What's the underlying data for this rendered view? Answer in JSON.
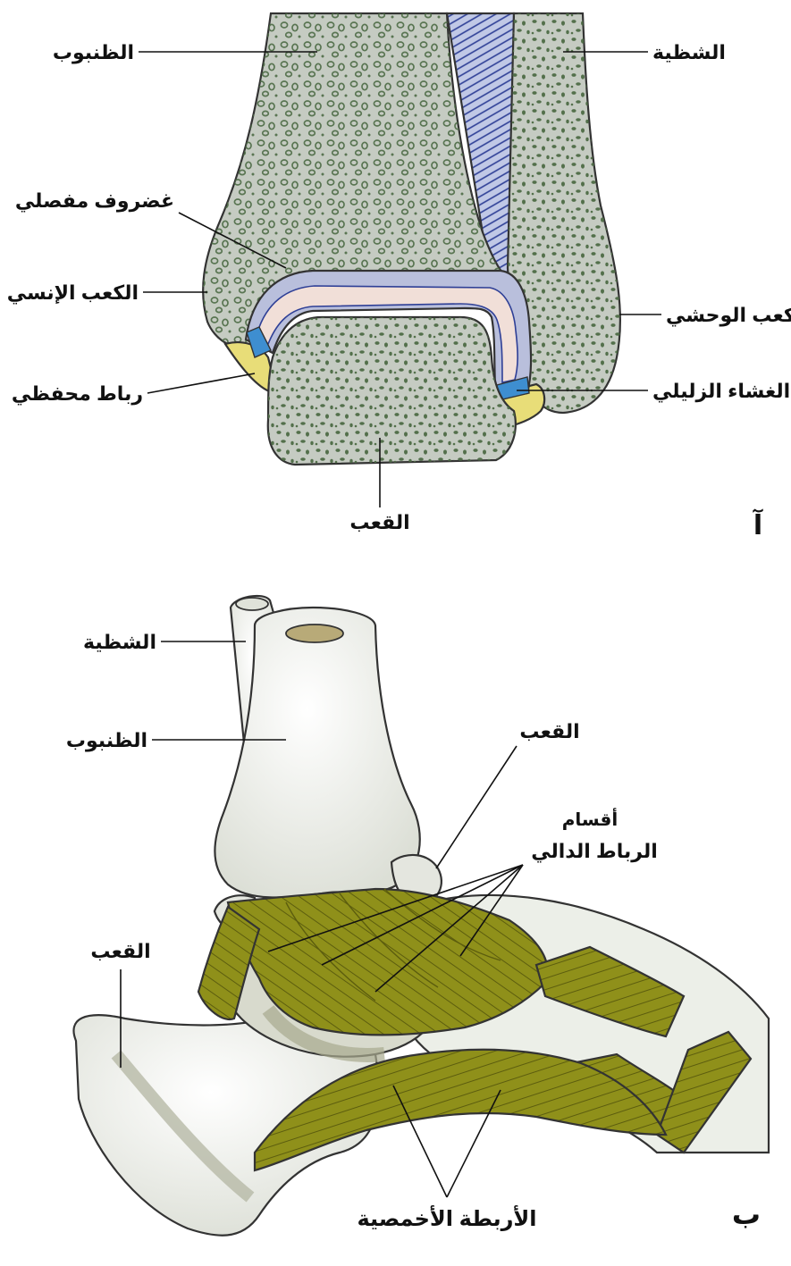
{
  "panel_a": {
    "marker": "آ",
    "labels": {
      "tibia": "الظنبوب",
      "fibula": "الشظية",
      "articular_cartilage": "غضروف مفصلي",
      "medial_malleolus": "الكعب الإنسي",
      "lateral_malleolus": "الكعب الوحشي",
      "capsular_ligament": "رباط محفظي",
      "synovial_membrane": "الغشاء الزليلي",
      "talus": "القعب"
    }
  },
  "panel_b": {
    "marker": "ب",
    "labels": {
      "fibula": "الشظية",
      "tibia": "الظنبوب",
      "talus": "القعب",
      "deltoid_line1": "أقسام",
      "deltoid_line2": "الرباط الدالي",
      "calcaneus": "القعب",
      "plantar_ligaments": "الأربطة الأخمصية"
    }
  },
  "colors": {
    "bone": "#c5cbc2",
    "trabecula": "#4d6b45",
    "cartilage": "#b9bfdc",
    "synovial_fluid": "#f1dfd8",
    "synovial_membrane": "#3e8ed0",
    "capsule": "#e8dd78",
    "ligament": "#8f901a",
    "bone_light": "#eceee8"
  }
}
